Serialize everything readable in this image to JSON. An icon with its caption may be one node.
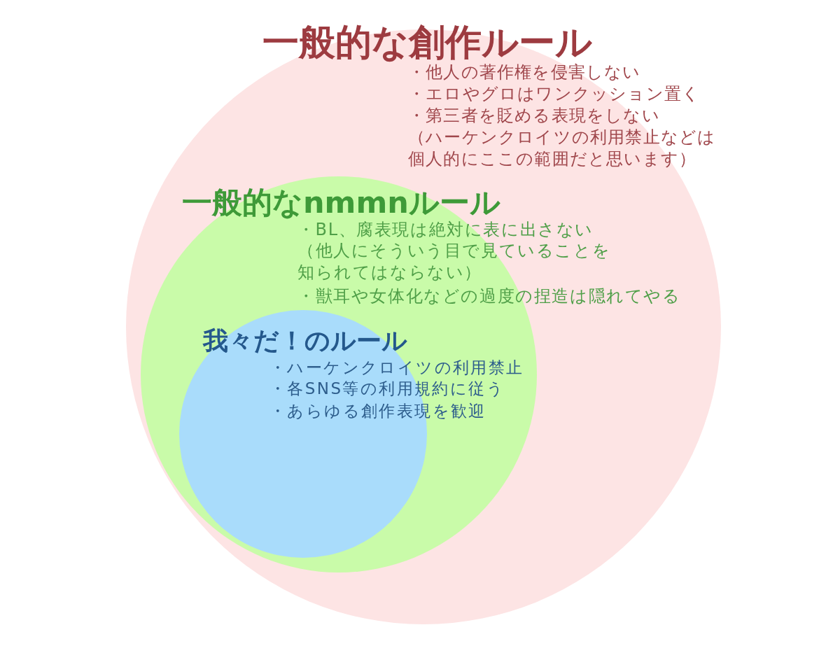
{
  "diagram": {
    "nodes": [
      {
        "text": [
          "一般的な創作ルール",
          "・他人の著作権を侵害しない",
          "・エロやグロはワンクッション置く",
          "・第三者を貶める表現をしない",
          "（ハーケンクロイツの利用禁止などは個人的にここの範囲だと思います）"
        ]
      },
      {
        "text": [
          "一般的なnmmnルール",
          "・BL、腐表現は絶対に表に出さない",
          "（他人にそういう目で見ていることを知られてはならない）",
          "・獣耳や女体化などの過度の捏造は隠れてやる"
        ],
        "in": 0
      },
      {
        "text": [
          "我々だ！のルール",
          "・ハーケンクロイツの利用禁止",
          "・各SNS等の利用規約に従う",
          "・あらゆる創作表現を歓迎"
        ],
        "in": 1
      }
    ]
  }
}
